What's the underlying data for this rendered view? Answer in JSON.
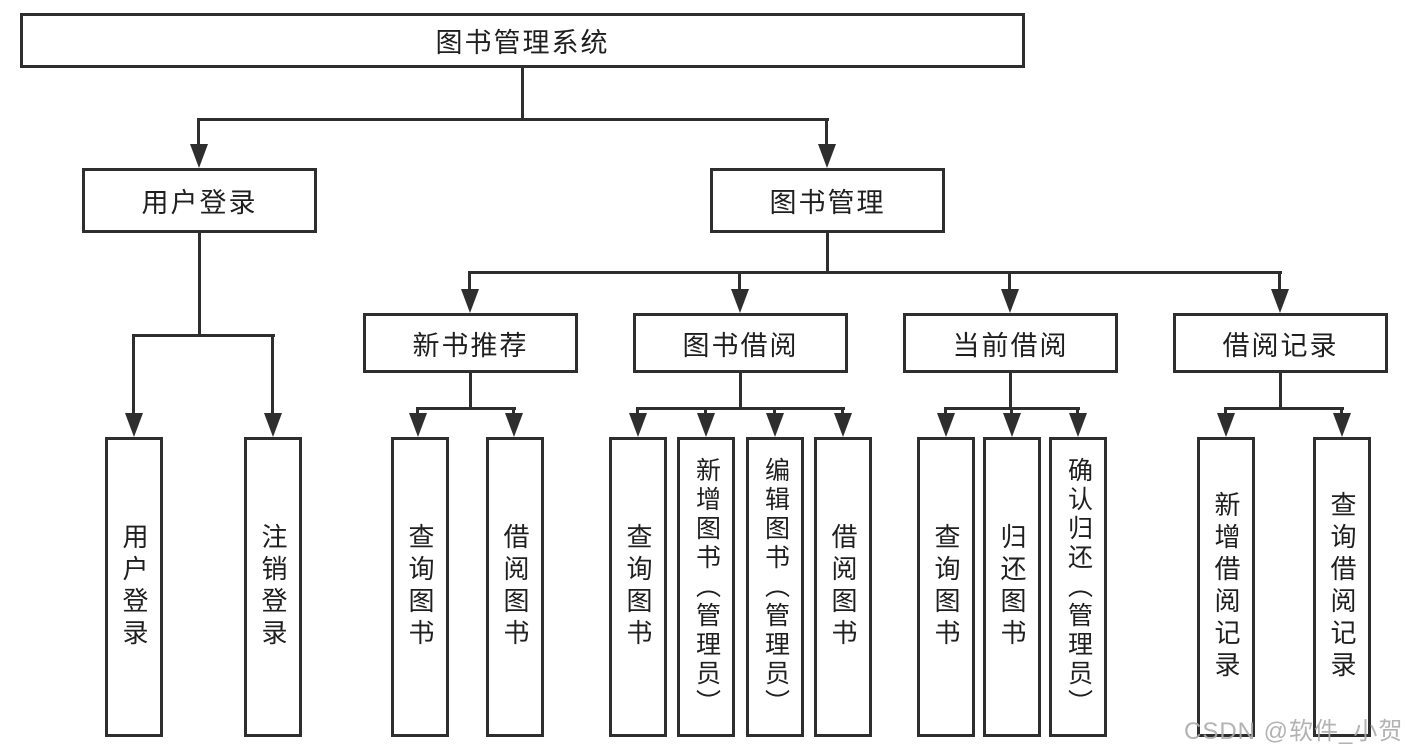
{
  "diagram": {
    "root": {
      "label": "图书管理系统"
    },
    "level2": [
      {
        "label": "用户登录"
      },
      {
        "label": "图书管理"
      }
    ],
    "level3": [
      {
        "label": "新书推荐"
      },
      {
        "label": "图书借阅"
      },
      {
        "label": "当前借阅"
      },
      {
        "label": "借阅记录"
      }
    ],
    "leaves": [
      {
        "label": "用户登录"
      },
      {
        "label": "注销登录"
      },
      {
        "label": "查询图书"
      },
      {
        "label": "借阅图书"
      },
      {
        "label": "查询图书"
      },
      {
        "label": "新增图书（管理员）"
      },
      {
        "label": "编辑图书（管理员）"
      },
      {
        "label": "借阅图书"
      },
      {
        "label": "查询图书"
      },
      {
        "label": "归还图书"
      },
      {
        "label": "确认归还（管理员）"
      },
      {
        "label": "新增借阅记录"
      },
      {
        "label": "查询借阅记录"
      }
    ]
  },
  "watermark": {
    "text": "CSDN @软件_小贺同学"
  },
  "colors": {
    "line": "#2e2e2e",
    "text": "#1f1f1f",
    "watermark": "#ababab",
    "background": "#ffffff"
  }
}
